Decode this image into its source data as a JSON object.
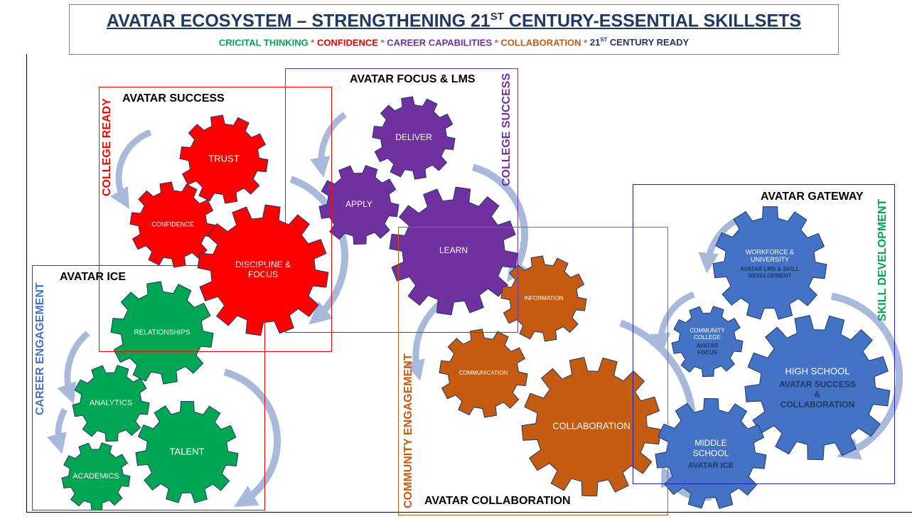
{
  "title": {
    "main": "AVATAR ECOSYSTEM – STRENGTHENING 21",
    "main_sup": "ST",
    "main_tail": " CENTURY-ESSENTIAL SKILLSETS"
  },
  "subtitle": {
    "critical": "CRICITAL THINKING",
    "confidence": "CONFIDENCE",
    "career": "CAREER CAPABILITIES",
    "collaboration": "COLLABORATION",
    "ready_pre": "21",
    "ready_sup": "ST",
    "ready_tail": " CENTURY READY",
    "separator": " * "
  },
  "colors": {
    "red": "#ff0000",
    "purple": "#7030a0",
    "green": "#00a651",
    "orange": "#c55a11",
    "blue": "#4472c4",
    "arrow": "#a9b9db",
    "navy": "#1f3864"
  },
  "groups": {
    "success": {
      "label": "AVATAR SUCCESS",
      "vertical": "COLLEGE READY"
    },
    "focus": {
      "label": "AVATAR FOCUS & LMS",
      "vertical": "COLLEGE SUCCESS"
    },
    "ice": {
      "label": "AVATAR ICE",
      "vertical": "CAREER ENGAGEMENT"
    },
    "collab": {
      "label": "AVATAR COLLABORATION",
      "vertical": "COMMUNITY ENGAGEMENT"
    },
    "gateway": {
      "label": "AVATAR GATEWAY",
      "vertical": "SKILL DEVELOPMENT"
    }
  },
  "gears": {
    "trust": [
      "TRUST"
    ],
    "confidence": [
      "CONFIDENCE"
    ],
    "discipline": [
      "DISCIPLINE &",
      "FOCUS"
    ],
    "deliver": [
      "DELIVER"
    ],
    "apply": [
      "APPLY"
    ],
    "learn": [
      "LEARN"
    ],
    "relationships": [
      "RELATIONSHIPS"
    ],
    "analytics": [
      "ANALYTICS"
    ],
    "academics": [
      "ACADEMICS"
    ],
    "talent": [
      "TALENT"
    ],
    "information": [
      "INFORMATION"
    ],
    "communication": [
      "COMMUNICATION"
    ],
    "collaboration": [
      "COLLABORATION"
    ],
    "workforce": [
      "WORKFORCE &",
      "UNIVERSITY"
    ],
    "workforce_sub": [
      "AVATAR LMS & SKILL",
      "DEVELOPMENT"
    ],
    "community": [
      "COMMUNITY",
      "COLLEGE"
    ],
    "community_sub": [
      "AVATAR",
      "FOCUS"
    ],
    "highschool": [
      "HIGH SCHOOL"
    ],
    "highschool_sub": [
      "AVATAR SUCCESS",
      "&",
      "COLLABORATION"
    ],
    "middle": [
      "MIDDLE",
      "SCHOOL"
    ],
    "middle_sub": [
      "AVATAR ICE"
    ]
  }
}
